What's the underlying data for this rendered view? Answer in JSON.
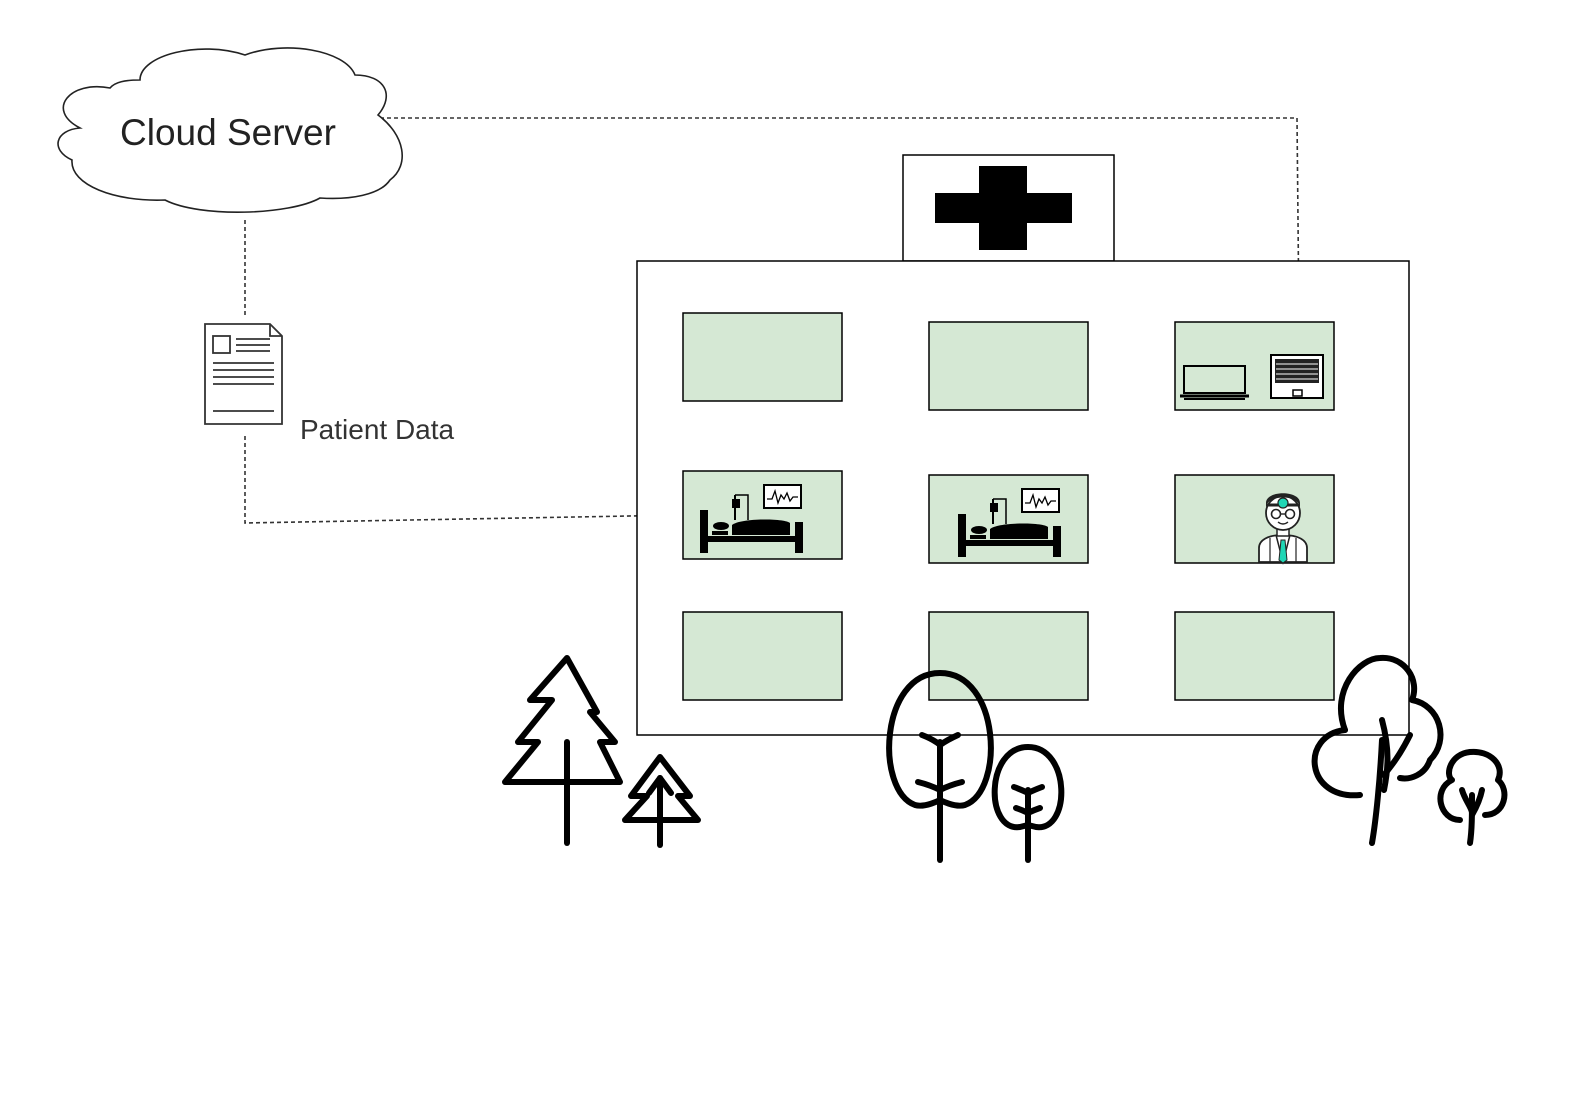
{
  "cloud": {
    "label": "Cloud Server",
    "icon": "cloud-icon"
  },
  "document": {
    "label": "Patient Data",
    "icon": "document-icon"
  },
  "hospital": {
    "icon": "hospital-building",
    "sign_icon": "medical-cross-icon",
    "windows": [
      {
        "row": 1,
        "col": 1,
        "content": "empty"
      },
      {
        "row": 1,
        "col": 2,
        "content": "empty"
      },
      {
        "row": 1,
        "col": 3,
        "content": "computer-icons"
      },
      {
        "row": 2,
        "col": 1,
        "content": "hospital-bed-icon"
      },
      {
        "row": 2,
        "col": 2,
        "content": "hospital-bed-icon"
      },
      {
        "row": 2,
        "col": 3,
        "content": "doctor-icon"
      },
      {
        "row": 3,
        "col": 1,
        "content": "empty"
      },
      {
        "row": 3,
        "col": 2,
        "content": "empty"
      },
      {
        "row": 3,
        "col": 3,
        "content": "empty"
      }
    ]
  },
  "colors": {
    "window_fill": "#d5e8d4",
    "outline": "#000000",
    "connector": "#333333",
    "doctor_accent": "#1fd6b5"
  },
  "trees": [
    "pine-trees-icon",
    "round-trees-icon",
    "leafy-trees-icon"
  ]
}
